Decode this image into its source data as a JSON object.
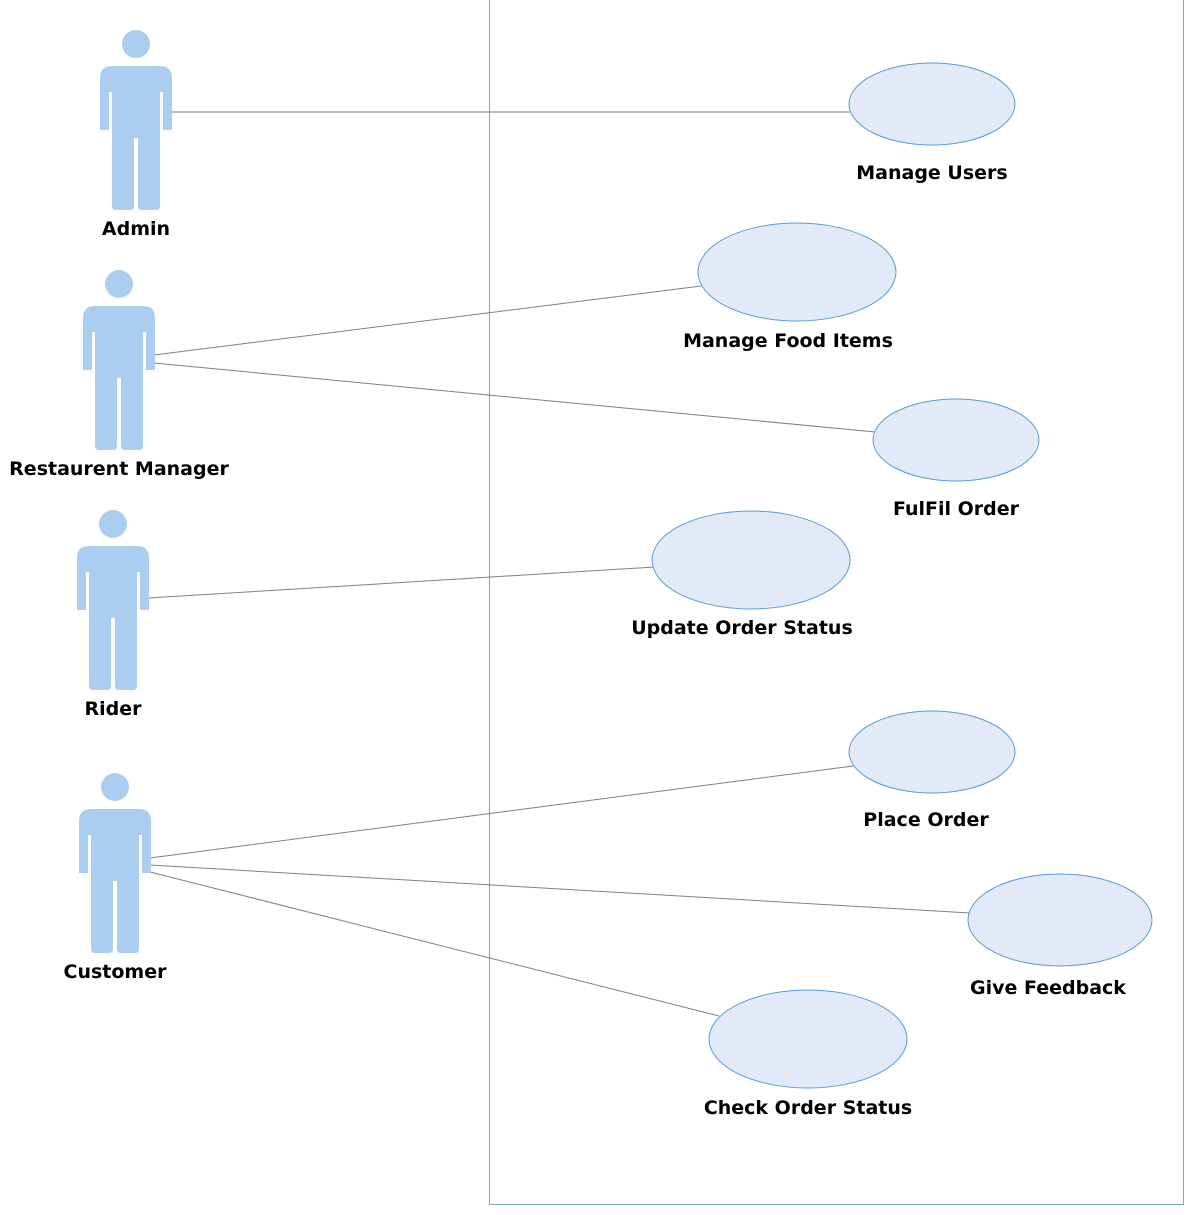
{
  "colors": {
    "actor_fill": "#aacdf0",
    "usecase_fill": "#e1eaf6",
    "usecase_stroke": "#5b9bd5",
    "boundary_stroke": "#7fa7bf",
    "line": "#808080"
  },
  "actors": [
    {
      "id": "admin",
      "label": "Admin"
    },
    {
      "id": "restaurant-manager",
      "label": "Restaurent Manager"
    },
    {
      "id": "rider",
      "label": "Rider"
    },
    {
      "id": "customer",
      "label": "Customer"
    }
  ],
  "use_cases": [
    {
      "id": "manage-users",
      "label": "Manage Users"
    },
    {
      "id": "manage-food-items",
      "label": "Manage Food Items"
    },
    {
      "id": "fulfil-order",
      "label": "FulFil Order"
    },
    {
      "id": "update-order-status",
      "label": "Update Order Status"
    },
    {
      "id": "place-order",
      "label": "Place Order"
    },
    {
      "id": "give-feedback",
      "label": "Give Feedback"
    },
    {
      "id": "check-order-status",
      "label": "Check Order Status"
    }
  ],
  "associations": [
    {
      "actor": "admin",
      "use_case": "manage-users"
    },
    {
      "actor": "restaurant-manager",
      "use_case": "manage-food-items"
    },
    {
      "actor": "restaurant-manager",
      "use_case": "fulfil-order"
    },
    {
      "actor": "rider",
      "use_case": "update-order-status"
    },
    {
      "actor": "customer",
      "use_case": "place-order"
    },
    {
      "actor": "customer",
      "use_case": "give-feedback"
    },
    {
      "actor": "customer",
      "use_case": "check-order-status"
    }
  ]
}
